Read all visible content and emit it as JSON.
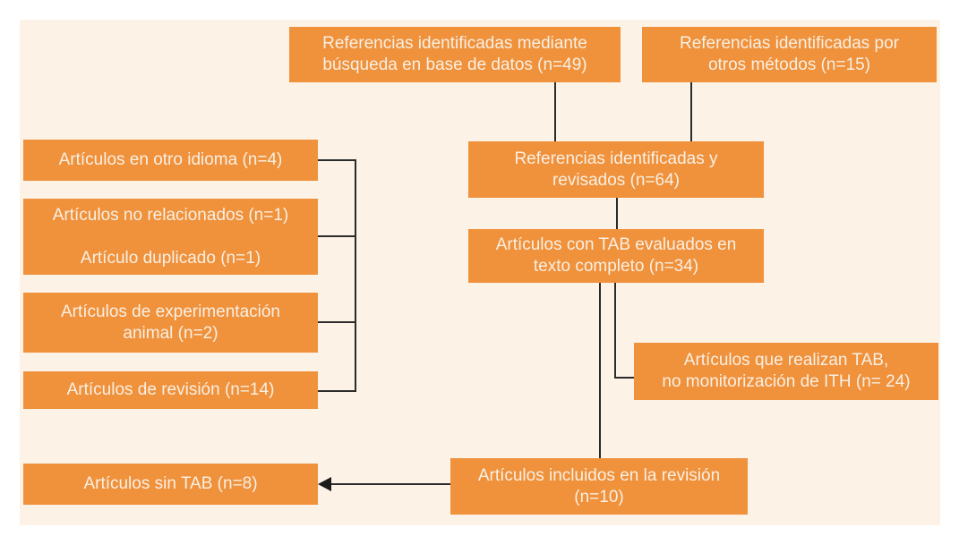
{
  "diagram": {
    "type": "flowchart-prisma",
    "colors": {
      "box_fill": "#F0913C",
      "panel_background": "#FCF2E6",
      "page_background": "#FFFFFF",
      "connector_line": "#2B2B2B",
      "box_text": "#F8F0E3"
    },
    "boxes": {
      "identified_database": {
        "lines": [
          "Referencias identificadas mediante",
          "búsqueda en base de datos (n=49)"
        ]
      },
      "identified_other_methods": {
        "lines": [
          "Referencias identificadas por",
          "otros métodos (n=15)"
        ]
      },
      "identified_reviewed": {
        "lines": [
          "Referencias identificadas y",
          "revisados (n=64)"
        ]
      },
      "fulltext_evaluated": {
        "lines": [
          "Artículos con TAB evaluados en",
          "texto completo (n=34)"
        ]
      },
      "realizan_tab_no_ith": {
        "lines": [
          "Artículos que realizan TAB,",
          "no monitorización de ITH (n= 24)"
        ]
      },
      "included_in_review": {
        "lines": [
          "Artículos incluidos en la revisión",
          "(n=10)"
        ]
      },
      "other_language": {
        "lines": [
          "Artículos en otro idioma (n=4)"
        ]
      },
      "not_related_duplicated": {
        "lines": [
          "Artículos no relacionados (n=1)",
          "Artículo duplicado (n=1)"
        ]
      },
      "animal_experimentation": {
        "lines": [
          "Artículos de experimentación",
          "animal (n=2)"
        ]
      },
      "review_articles": {
        "lines": [
          "Artículos de revisión (n=14)"
        ]
      },
      "sin_tab": {
        "lines": [
          "Artículos sin TAB (n=8)"
        ]
      }
    }
  }
}
